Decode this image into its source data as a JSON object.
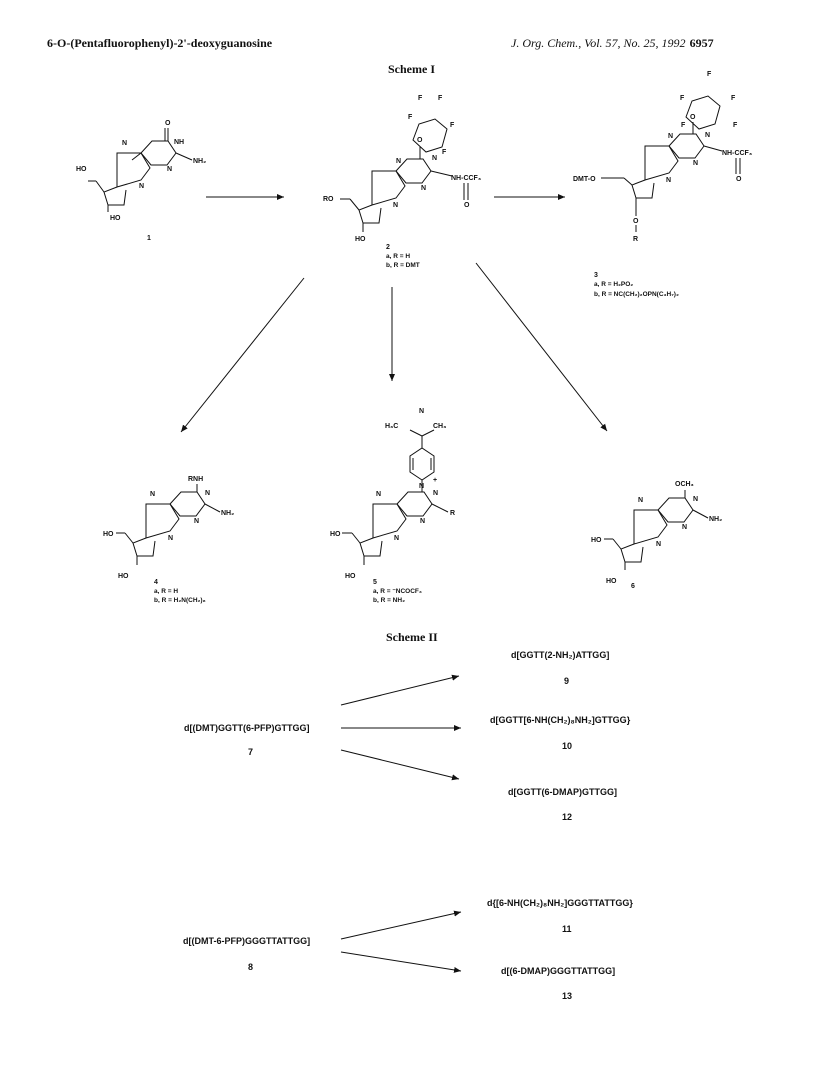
{
  "header": {
    "left": "6-O-(Pentafluorophenyl)-2'-deoxyguanosine",
    "journal": "J. Org. Chem., Vol. 57, No. 25, 1992",
    "page": "6957"
  },
  "scheme1": {
    "title": "Scheme I",
    "compounds": {
      "c1": {
        "num": "1"
      },
      "c2": {
        "num": "2",
        "a": "a, R = H",
        "b": "b, R = DMT"
      },
      "c3": {
        "num": "3",
        "a": "a, R = H₂PO₂",
        "b": "b, R = NC(CH₂)₂OPN(C₃H₇)₂"
      },
      "c4": {
        "num": "4",
        "a": "a, R = H",
        "b": "b, R = H₂N(CH₂)₈"
      },
      "c5": {
        "num": "5",
        "a": "a, R = ⁻NCOCF₃",
        "b": "b, R = NH₂"
      },
      "c6": {
        "num": "6"
      }
    },
    "atoms": {
      "HO": "HO",
      "N": "N",
      "NH": "NH",
      "O": "O",
      "NH2": "NH₂",
      "F": "F",
      "RO": "RO",
      "NHCCF3": "NH-CCF₃",
      "DMTO": "DMT-O",
      "R": "R",
      "RNH": "RNH",
      "H3C": "H₃C",
      "CH3": "CH₃",
      "OCH3": "OCH₃",
      "plus": "+"
    }
  },
  "scheme2": {
    "title": "Scheme II",
    "start7": {
      "seq": "d[(DMT)GGTT(6-PFP)GTTGG]",
      "num": "7"
    },
    "p9": {
      "seq": "d[GGTT(2-NH₂)ATTGG]",
      "num": "9"
    },
    "p10": {
      "seq": "d[GGTT[6-NH(CH₂)₈NH₂]GTTGG}",
      "num": "10"
    },
    "p12": {
      "seq": "d[GGTT(6-DMAP)GTTGG]",
      "num": "12"
    },
    "start8": {
      "seq": "d[(DMT-6-PFP)GGGTTATTGG]",
      "num": "8"
    },
    "p11": {
      "seq": "d{[6-NH(CH₂)₈NH₂]GGGTTATTGG}",
      "num": "11"
    },
    "p13": {
      "seq": "d[(6-DMAP)GGGTTATTGG]",
      "num": "13"
    }
  }
}
